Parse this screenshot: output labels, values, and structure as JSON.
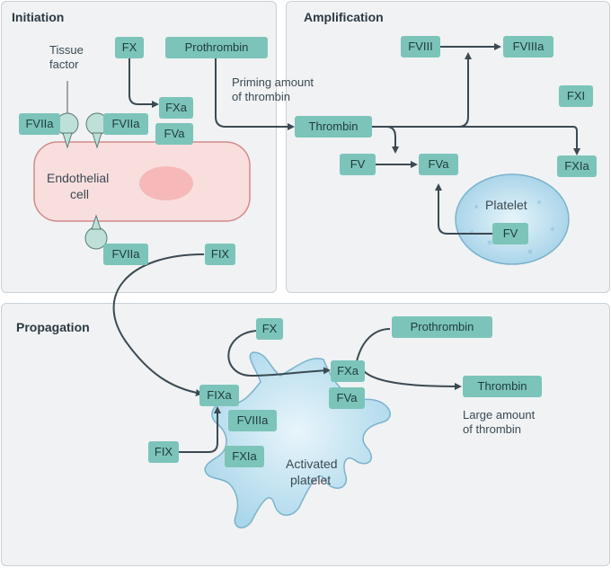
{
  "panels": {
    "initiation": "Initiation",
    "amplification": "Amplification",
    "propagation": "Propagation"
  },
  "initiation": {
    "tissue_factor_1": "Tissue",
    "tissue_factor_2": "factor",
    "fx": "FX",
    "prothrombin": "Prothrombin",
    "fxa": "FXa",
    "fva": "FVa",
    "fviia_left": "FVIIa",
    "fviia_right": "FVIIa",
    "fviia_bottom": "FVIIa",
    "cell_1": "Endothelial",
    "cell_2": "cell",
    "fix": "FIX",
    "priming_1": "Priming amount",
    "priming_2": "of thrombin"
  },
  "amplification": {
    "fviii": "FVIII",
    "fviiia": "FVIIIa",
    "thrombin": "Thrombin",
    "fxi": "FXI",
    "fxia": "FXIa",
    "fv": "FV",
    "fva": "FVa",
    "platelet": "Platelet",
    "platelet_fv": "FV"
  },
  "propagation": {
    "fx": "FX",
    "prothrombin": "Prothrombin",
    "fxa": "FXa",
    "thrombin": "Thrombin",
    "fva": "FVa",
    "fixa": "FIXa",
    "fviiia": "FVIIIa",
    "fix": "FIX",
    "fxia": "FXIa",
    "platelet_1": "Activated",
    "platelet_2": "platelet",
    "large_1": "Large amount",
    "large_2": "of thrombin"
  },
  "colors": {
    "factor_box": "#7cc4b9",
    "panel_bg": "#f0f2f4",
    "cell_fill": "#f9dede",
    "arrow": "#3b4a52",
    "platelet": "#bfe0ef"
  }
}
